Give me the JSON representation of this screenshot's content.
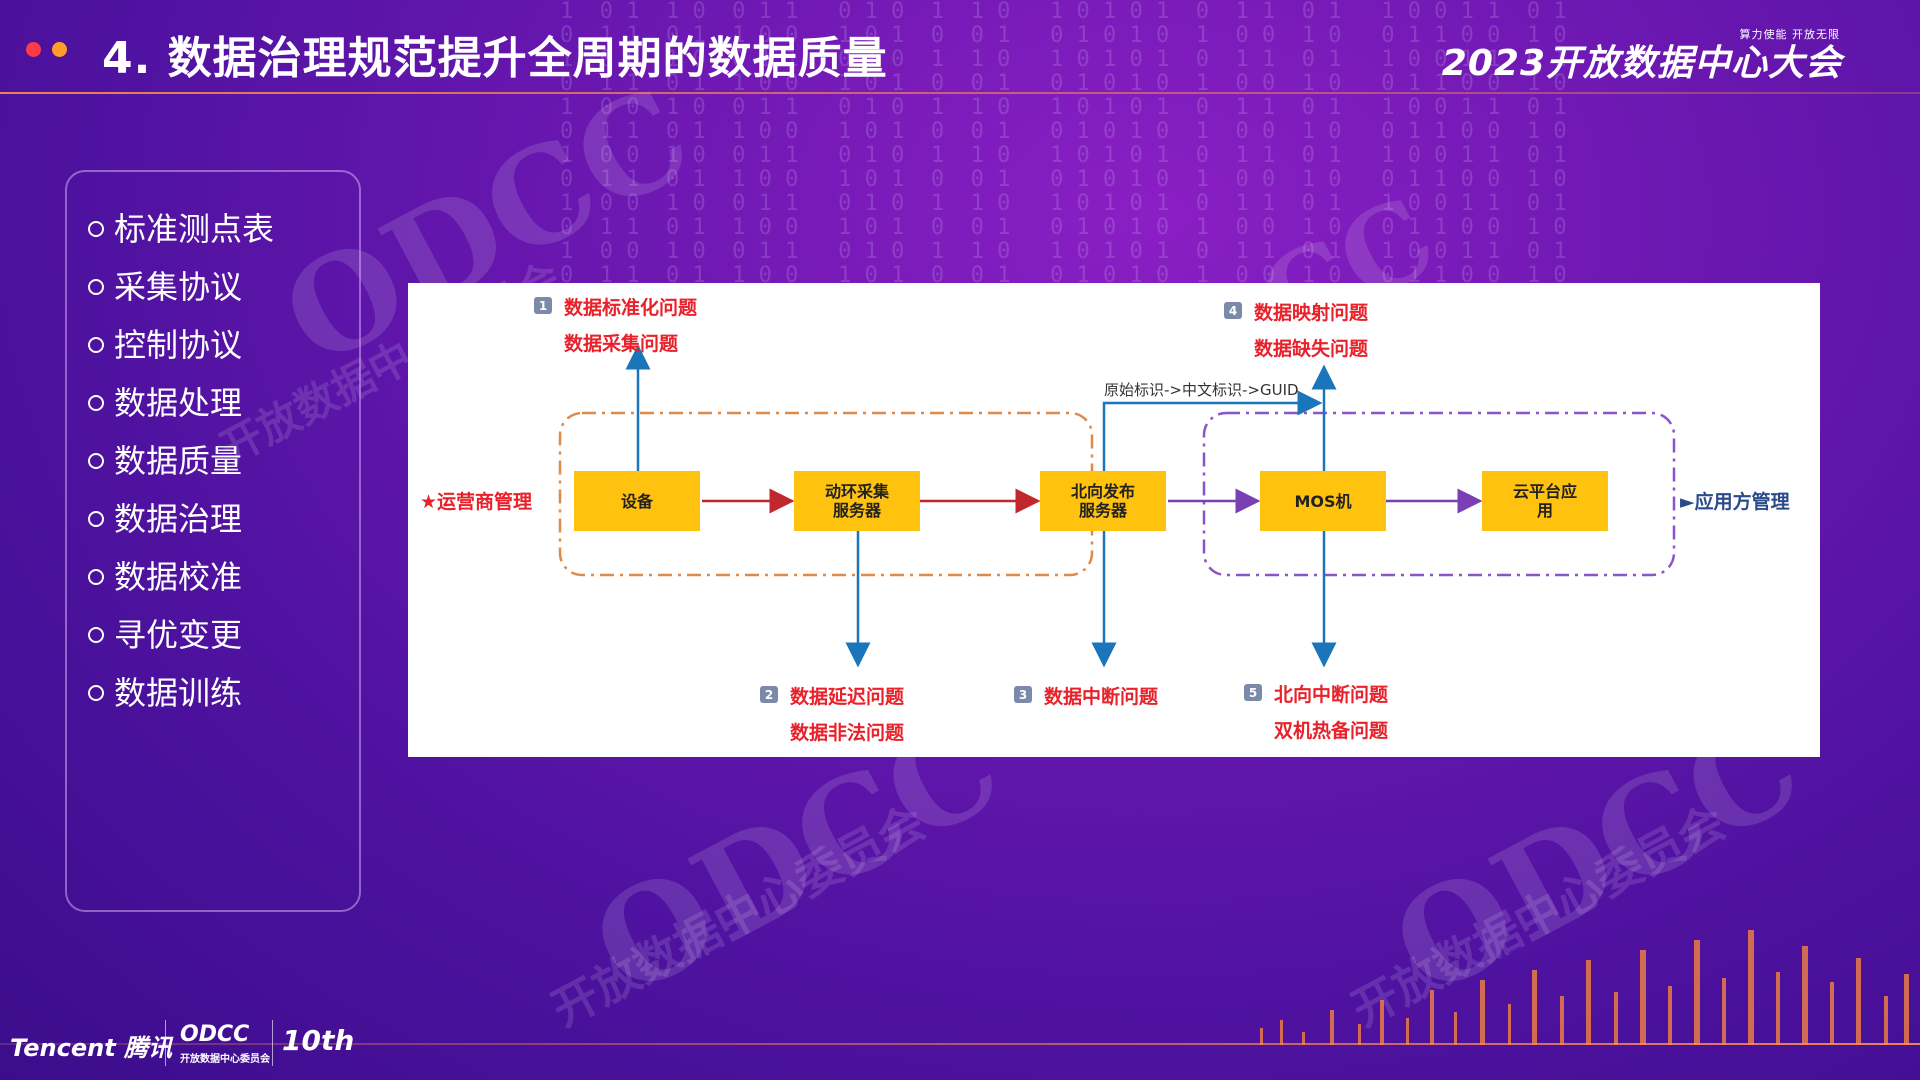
{
  "slide": {
    "title": "4. 数据治理规范提升全周期的数据质量",
    "brand_main": "2023开放数据中心大会",
    "brand_sub": "算力使能  开放无限"
  },
  "colors": {
    "background": "#5a14a6",
    "accent_red": "#e8212a",
    "box_yellow": "#ffc20e",
    "arrow_red": "#c0282d",
    "arrow_purple": "#7b3fb4",
    "arrow_blue": "#1a75bb",
    "dash_orange": "#e08a4a",
    "dash_purple": "#8a55c8"
  },
  "left_list": {
    "items": [
      "标准测点表",
      "采集协议",
      "控制协议",
      "数据处理",
      "数据质量",
      "数据治理",
      "数据校准",
      "寻优变更",
      "数据训练"
    ]
  },
  "diagram": {
    "left_label": "★运营商管理",
    "right_label": "►应用方管理",
    "nodes": [
      "设备",
      "动环采集\n服务器",
      "北向发布\n服务器",
      "MOS机",
      "云平台应\n用"
    ],
    "mapping_label": "原始标识->中文标识->GUID",
    "issues": [
      {
        "num": "1",
        "lines": [
          "数据标准化问题",
          "数据采集问题"
        ]
      },
      {
        "num": "2",
        "lines": [
          "数据延迟问题",
          "数据非法问题"
        ]
      },
      {
        "num": "3",
        "lines": [
          "数据中断问题"
        ]
      },
      {
        "num": "4",
        "lines": [
          "数据映射问题",
          "数据缺失问题"
        ]
      },
      {
        "num": "5",
        "lines": [
          "北向中断问题",
          "双机热备问题"
        ]
      }
    ]
  },
  "watermarks": {
    "logo": "ODCC",
    "text": "开放数据中心委员会"
  },
  "footer": {
    "tencent": "Tencent 腾讯",
    "odcc": "ODCC",
    "odcc_sub": "开放数据中心委员会",
    "anniversary": "10th"
  }
}
